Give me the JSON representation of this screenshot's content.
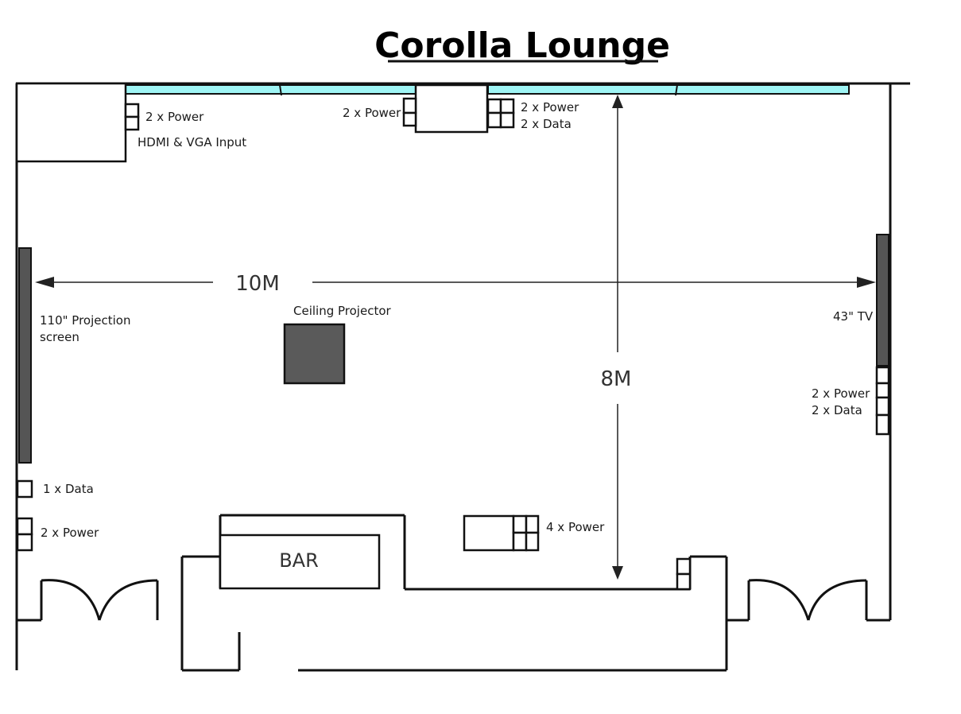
{
  "title": "Corolla Lounge",
  "dimensions": {
    "width": "10M",
    "depth": "8M"
  },
  "labels": {
    "hdmi_power": "2 x Power",
    "hdmi_input": "HDMI & VGA Input",
    "top_power": "2 x Power",
    "top_right_power": "2 x Power",
    "top_right_data": "2 x Data",
    "projection_screen_line1": "110\" Projection",
    "projection_screen_line2": "screen",
    "ceiling_projector": "Ceiling Projector",
    "tv": "43\" TV",
    "right_power": "2 x Power",
    "right_data": "2 x Data",
    "left_data": "1 x Data",
    "left_power": "2 x Power",
    "bar": "BAR",
    "bottom_power": "4 x Power"
  },
  "colors": {
    "window": "#9ff5f5",
    "screen": "#555555",
    "projector": "#5a5a5a",
    "line": "#111111"
  }
}
